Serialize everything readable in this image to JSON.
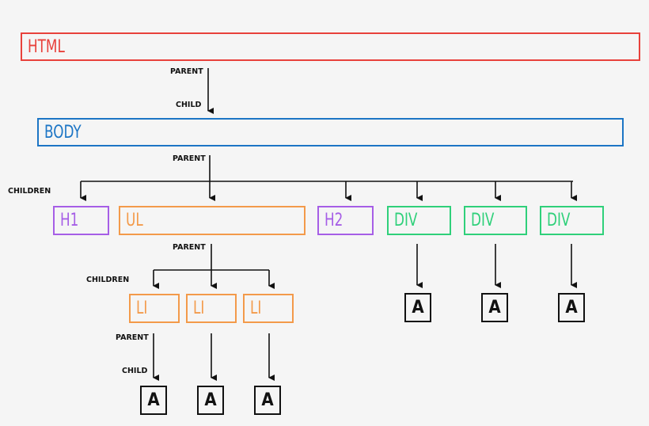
{
  "colors": {
    "html": "#e8413b",
    "body": "#1c75c5",
    "heading": "#a65ee6",
    "list": "#f39a4a",
    "div": "#2fd07a",
    "anchor": "#111111"
  },
  "nodes": {
    "html": "HTML",
    "body": "BODY",
    "h1": "H1",
    "ul": "UL",
    "h2": "H2",
    "div1": "DIV",
    "div2": "DIV",
    "div3": "DIV",
    "li1": "LI",
    "li2": "LI",
    "li3": "LI",
    "a_div1": "A",
    "a_div2": "A",
    "a_div3": "A",
    "a_li1": "A",
    "a_li2": "A",
    "a_li3": "A"
  },
  "labels": {
    "parent_html": "PARENT",
    "child_body": "CHILD",
    "parent_body": "PARENT",
    "children_body": "CHILDREN",
    "parent_ul": "PARENT",
    "children_ul": "CHILDREN",
    "parent_li": "PARENT",
    "child_a": "CHILD"
  }
}
